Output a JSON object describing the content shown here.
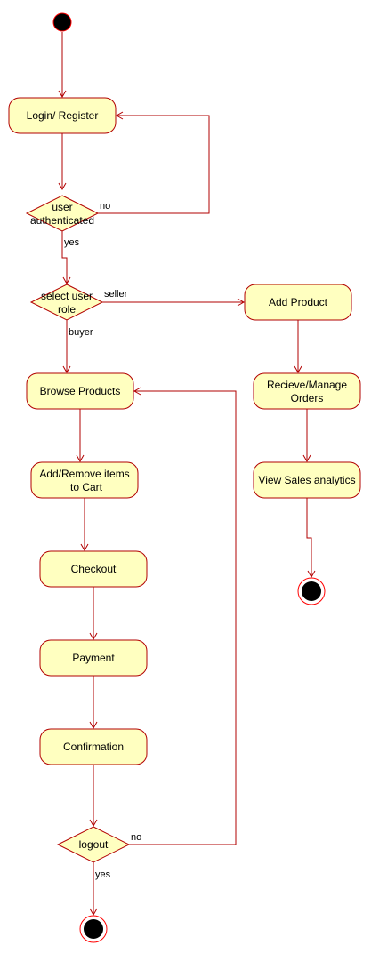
{
  "diagram": {
    "start": "start-node",
    "actions": {
      "login": "Login/ Register",
      "add_product": "Add Product",
      "browse": "Browse Products",
      "manage_orders_1": "Recieve/Manage",
      "manage_orders_2": "Orders",
      "add_remove_1": "Add/Remove items",
      "add_remove_2": "to Cart",
      "sales": "View Sales analytics",
      "checkout": "Checkout",
      "payment": "Payment",
      "confirmation": "Confirmation"
    },
    "decisions": {
      "auth_1": "user",
      "auth_2": "authenticated",
      "role_1": "select user",
      "role_2": "role",
      "logout": "logout"
    },
    "edge_labels": {
      "auth_no": "no",
      "auth_yes": "yes",
      "role_seller": "seller",
      "role_buyer": "buyer",
      "logout_no": "no",
      "logout_yes": "yes"
    }
  },
  "colors": {
    "node_fill": "#ffffc0",
    "node_stroke": "#b20000",
    "start_fill": "#000000",
    "end_ring": "#ff0000"
  }
}
